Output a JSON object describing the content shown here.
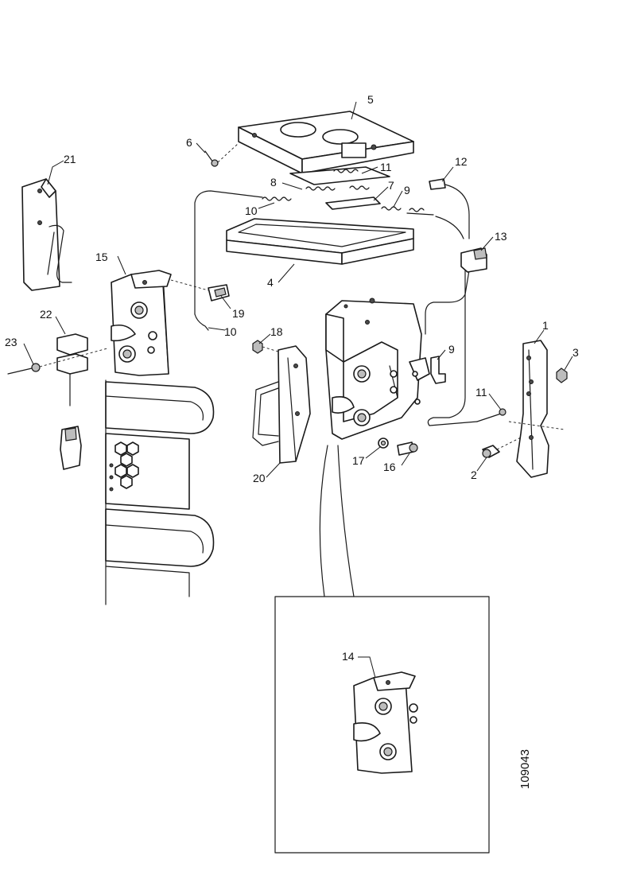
{
  "figure": {
    "reference_number": "109043"
  },
  "callouts": [
    "1",
    "2",
    "3",
    "4",
    "5",
    "6",
    "7",
    "8",
    "9",
    "10",
    "11",
    "12",
    "13",
    "14",
    "15",
    "16",
    "17",
    "18",
    "19",
    "20",
    "21",
    "22",
    "23"
  ],
  "colors": {
    "line": "#1a1a1a",
    "shade": "#bdbdbd",
    "background": "#ffffff"
  }
}
